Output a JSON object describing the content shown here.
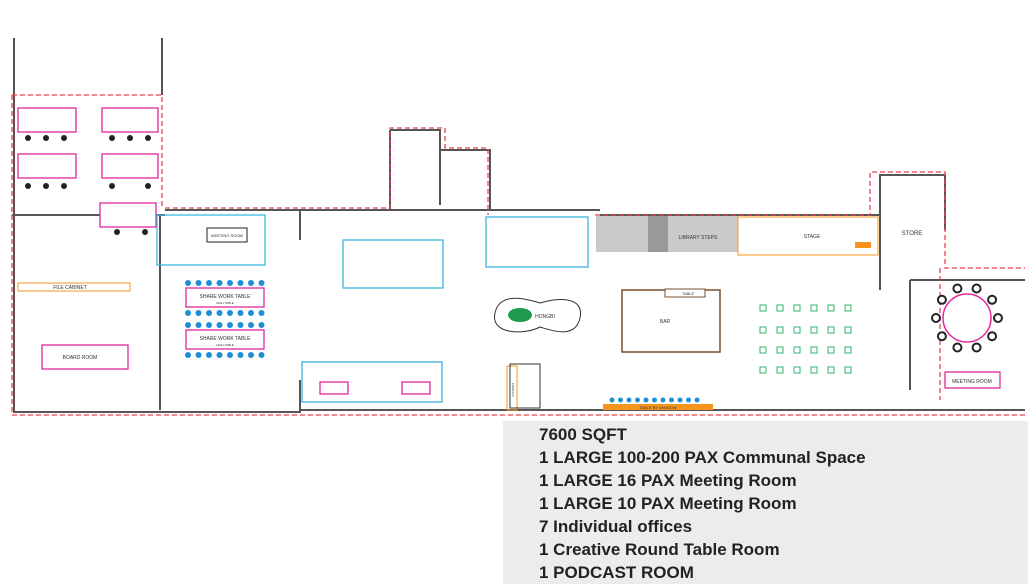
{
  "plan_labels": {
    "file_cabinet": "FILE CABINET",
    "share_work_table_1": "SHARE WORK TABLE",
    "share_work_table_2": "SHARE WORK TABLE",
    "high_table_1": "HIGH TABLE",
    "high_table_2": "HIGH TABLE",
    "board_room": "BOARD ROOM",
    "meeting_room_top": "MEETING ROOM",
    "meeting_room_right": "MEETING ROOM",
    "library_steps": "LIBRARY STEPS",
    "stage": "STAGE",
    "store": "STORE",
    "bar": "BAR",
    "table": "TABLE",
    "hongbi": "HONGBI",
    "table_by_window": "TABLE BY WINDOW",
    "podcast": "PODCAST"
  },
  "summary": [
    "7600 SQFT",
    "1 LARGE 100-200 PAX Communal Space",
    "1 LARGE 16 PAX Meeting Room",
    "1 LARGE 10 PAX Meeting Room",
    "7 Individual offices",
    "1 Creative Round Table Room",
    "1 PODCAST ROOM"
  ],
  "colors": {
    "wall": "#555555",
    "boundary": "#e8424a",
    "furniture": "#e0279b",
    "glass": "#3bb5e0",
    "accent": "#f7941d",
    "seat": "#1e8ed6",
    "green": "#2db36b"
  }
}
